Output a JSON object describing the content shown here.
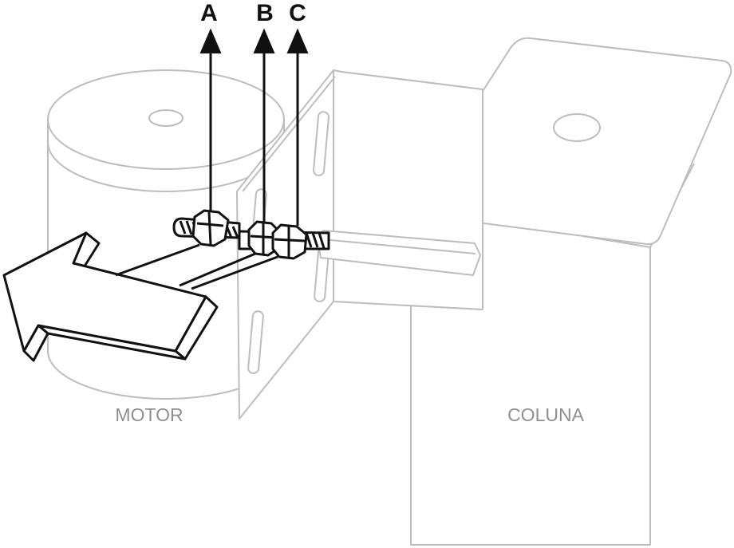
{
  "labels": {
    "a": "A",
    "b": "B",
    "c": "C",
    "motor": "MOTOR",
    "coluna": "COLUNA"
  },
  "colors": {
    "outline": "#bdbdbd",
    "ink": "#111111",
    "label_gray": "#8f8f8f"
  },
  "icons": [
    "direction-arrow",
    "hex-nut",
    "threaded-rod"
  ]
}
